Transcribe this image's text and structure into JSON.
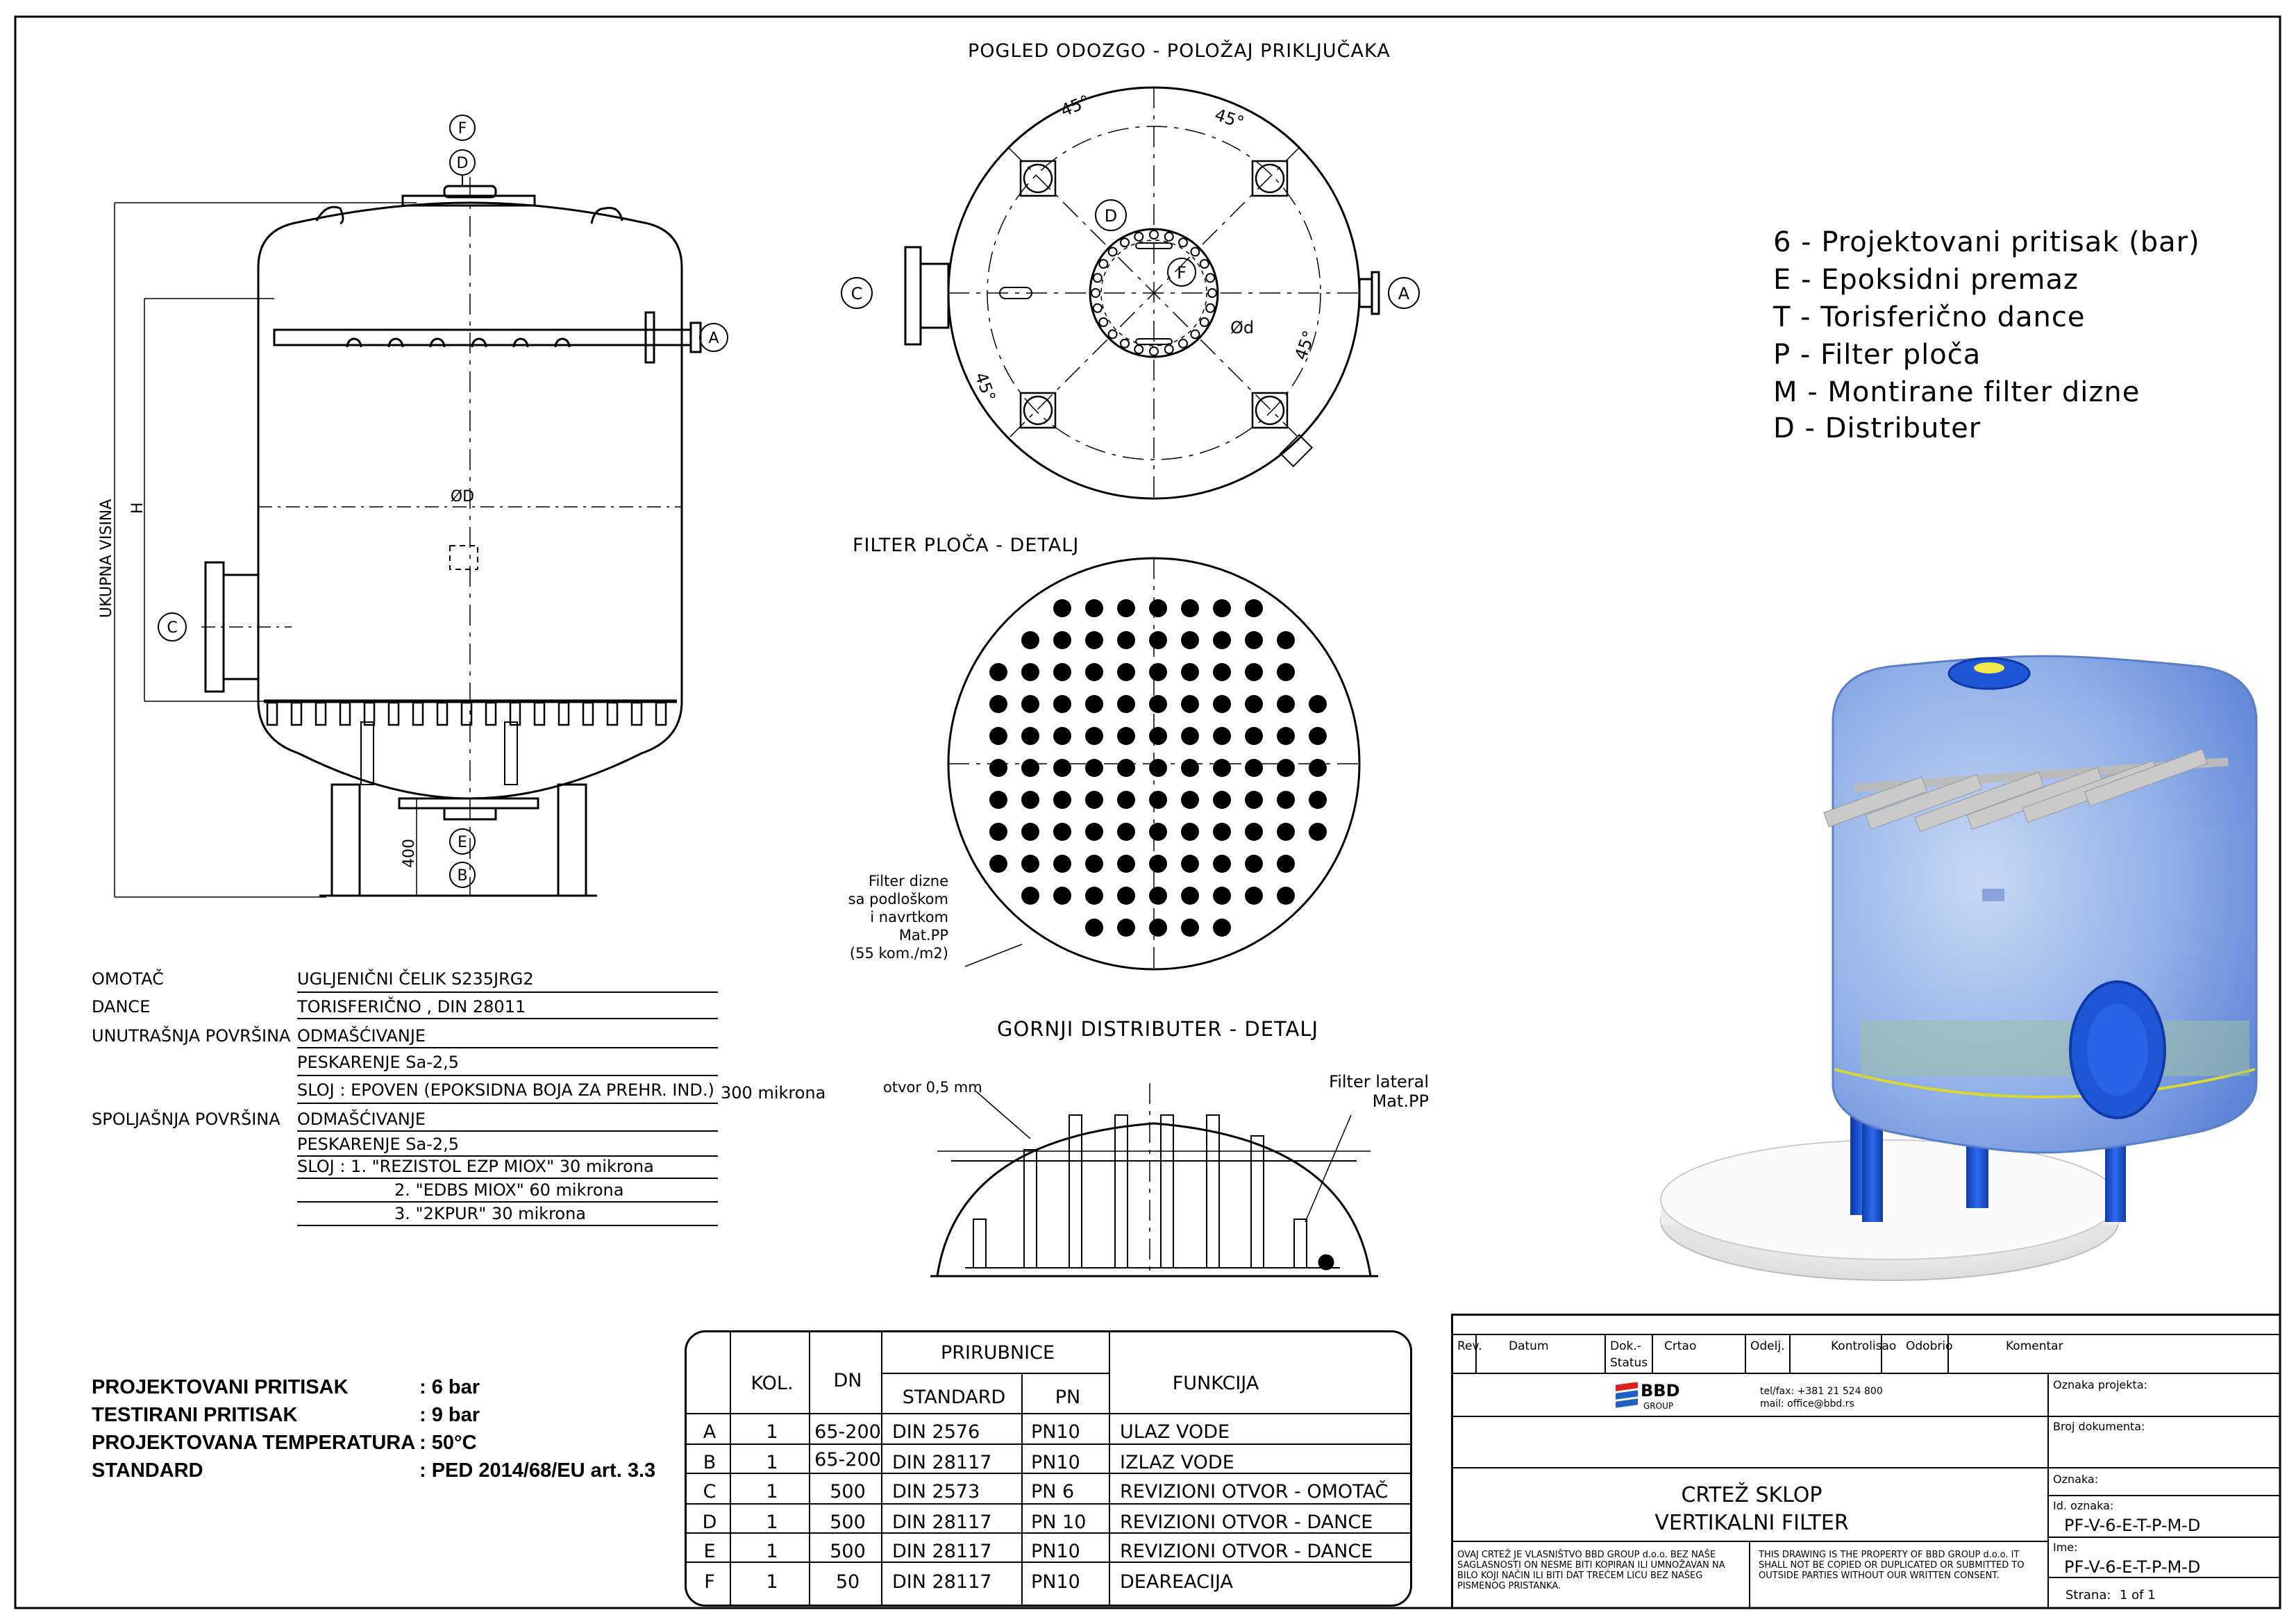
{
  "views": {
    "top_view_title": "POGLED ODOZGO - POLOŽAJ PRIKLJUČAKA",
    "filter_plate_title": "FILTER PLOČA - DETALJ",
    "distributor_title": "GORNJI DISTRIBUTER - DETALJ"
  },
  "dimensions": {
    "total_height": "UKUPNA VISINA",
    "height": "H",
    "diameter": "ØD",
    "leg_height": "400",
    "bolt_circle": "Ød",
    "angle": "45°"
  },
  "nozzles": {
    "A": "A",
    "B": "B",
    "C": "C",
    "D": "D",
    "E": "E",
    "F": "F"
  },
  "notes": {
    "nozzle_note": [
      "Filter dizne",
      "sa podloškom",
      "i navrtkom",
      "Mat.PP",
      "(55 kom./m2)"
    ],
    "orifice_note": "otvor 0,5 mm",
    "lateral_note": [
      "Filter lateral",
      "Mat.PP"
    ]
  },
  "legend": [
    "6 - Projektovani pritisak (bar)",
    "E - Epoksidni premaz",
    "T - Torisferično dance",
    "P - Filter ploča",
    "M - Montirane filter dizne",
    "D - Distributer"
  ],
  "specs": [
    {
      "label": "OMOTAČ",
      "value": "UGLJENIČNI ČELIK S235JRG2"
    },
    {
      "label": "DANCE",
      "value": "TORISFERIČNO , DIN 28011"
    },
    {
      "label": "UNUTRAŠNJA POVRŠINA",
      "value": "ODMAŠĆIVANJE"
    },
    {
      "label": "",
      "value": "PESKARENJE Sa-2,5"
    },
    {
      "label": "",
      "value": "SLOJ : EPOVEN (EPOKSIDNA BOJA ZA PREHR. IND.)",
      "extra": "300 mikrona"
    },
    {
      "label": "SPOLJAŠNJA POVRŠINA",
      "value": "ODMAŠĆIVANJE"
    },
    {
      "label": "",
      "value": "PESKARENJE Sa-2,5"
    },
    {
      "label": "",
      "value": "SLOJ   :   1. \"REZISTOL EZP MIOX\" 30 mikrona"
    },
    {
      "label": "",
      "value": "2. \"EDBS MIOX\" 60 mikrona"
    },
    {
      "label": "",
      "value": "3. \"2KPUR\" 30 mikrona"
    }
  ],
  "parameters": [
    {
      "label": "PROJEKTOVANI PRITISAK",
      "value": ": 6 bar"
    },
    {
      "label": "TESTIRANI PRITISAK",
      "value": ": 9 bar"
    },
    {
      "label": "PROJEKTOVANA TEMPERATURA",
      "value": ": 50°C"
    },
    {
      "label": "STANDARD",
      "value": ": PED 2014/68/EU art. 3.3"
    }
  ],
  "connections": {
    "headers": {
      "kol": "KOL.",
      "dn": "DN",
      "prirubnice": "PRIRUBNICE",
      "standard": "STANDARD",
      "pn": "PN",
      "funkcija": "FUNKCIJA"
    },
    "rows": [
      {
        "id": "A",
        "kol": "1",
        "dn": "65-200",
        "standard": "DIN 2576",
        "pn": "PN10",
        "funkcija": "ULAZ VODE"
      },
      {
        "id": "B",
        "kol": "1",
        "dn": "65-200",
        "standard": "DIN 28117",
        "pn": "PN10",
        "funkcija": "IZLAZ VODE"
      },
      {
        "id": "C",
        "kol": "1",
        "dn": "500",
        "standard": "DIN 2573",
        "pn": "PN 6",
        "funkcija": "REVIZIONI OTVOR - OMOTAČ"
      },
      {
        "id": "D",
        "kol": "1",
        "dn": "500",
        "standard": "DIN 28117",
        "pn": "PN 10",
        "funkcija": "REVIZIONI OTVOR - DANCE"
      },
      {
        "id": "E",
        "kol": "1",
        "dn": "500",
        "standard": "DIN 28117",
        "pn": "PN10",
        "funkcija": "REVIZIONI OTVOR - DANCE"
      },
      {
        "id": "F",
        "kol": "1",
        "dn": "50",
        "standard": "DIN 28117",
        "pn": "PN10",
        "funkcija": "DEAREACIJA"
      }
    ]
  },
  "title_block": {
    "headers": {
      "rev": "Rev.",
      "datum": "Datum",
      "dok": "Dok.-",
      "status": "Status",
      "crtao": "Crtao",
      "odelj": "Odelj.",
      "kontrolisao": "Kontrolisao",
      "odobrio": "Odobrio",
      "komentar": "Komentar"
    },
    "company_logo": "BBD",
    "company_sub": "GROUP",
    "contact_tel": "tel/fax: +381 21 524 800",
    "contact_mail": "mail: office@bbd.rs",
    "oznaka_projekta": "Oznaka projekta:",
    "broj_dokumenta": "Broj dokumenta:",
    "oznaka": "Oznaka:",
    "id_oznaka_label": "Id. oznaka:",
    "id_oznaka_value": "PF-V-6-E-T-P-M-D",
    "ime_label": "Ime:",
    "ime_value": "PF-V-6-E-T-P-M-D",
    "strana_label": "Strana:",
    "strana_value": "1 of 1",
    "title_line1": "CRTEŽ SKLOP",
    "title_line2": "VERTIKALNI FILTER",
    "copyright_sr": "OVAJ CRTEŽ JE VLASNIŠTVO BBD GROUP d.o.o. BEZ NAŠE SAGLASNOSTI ON NESME BITI KOPIRAN ILI UMNOŽAVAN NA BILO KOJI NAČIN ILI BITI DAT TREĆEM LICU BEZ NAŠEG PISMENOG PRISTANKA.",
    "copyright_en": "THIS DRAWING IS THE PROPERTY OF BBD GROUP d.o.o. IT SHALL NOT BE COPIED OR DUPLICATED OR SUBMITTED TO OUTSIDE PARTIES WITHOUT OUR WRITTEN CONSENT."
  },
  "colors": {
    "line": "#000000",
    "tank_blue": "#7fa3e6",
    "leg_blue": "#1e56d6",
    "base": "#f2f2f2",
    "logo_red": "#e02020",
    "logo_blue": "#1e60c8"
  }
}
